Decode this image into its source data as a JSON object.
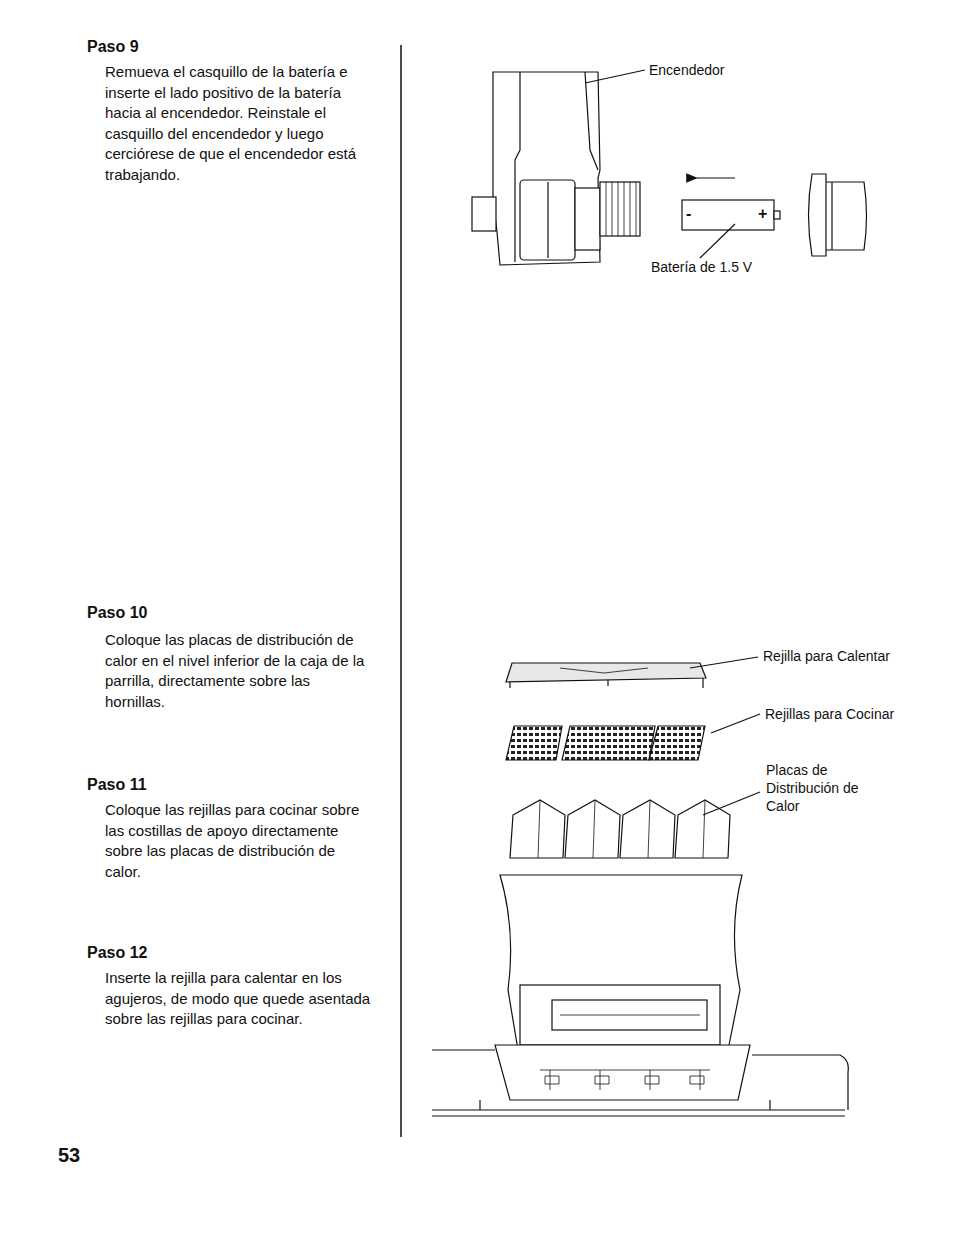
{
  "diagram": {
    "labels": [
      "Paso 9",
      "Remueva el casquillo de la batería e inserte el lado positivo de la batería hacia al encendedor. Reinstale el casquillo del encendedor y luego cerciórese de que el encendedor está trabajando.",
      "Encendedor",
      "Batería de 1.5 V",
      "-",
      "+",
      "Paso 10",
      "Coloque las placas de distribución de calor en el nivel inferior de la caja de la parrilla, directamente sobre las hornillas.",
      "Paso 11",
      "Coloque las rejillas para cocinar sobre las costillas de apoyo directamente sobre las placas de distribución de calor.",
      "Paso 12",
      "Inserte la rejilla para calentar en los agujeros, de modo que quede asentada sobre las rejillas para cocinar.",
      "Rejilla para Calentar",
      "Rejillas para Cocinar",
      "Placas de Distribución de Calor",
      "53"
    ]
  }
}
